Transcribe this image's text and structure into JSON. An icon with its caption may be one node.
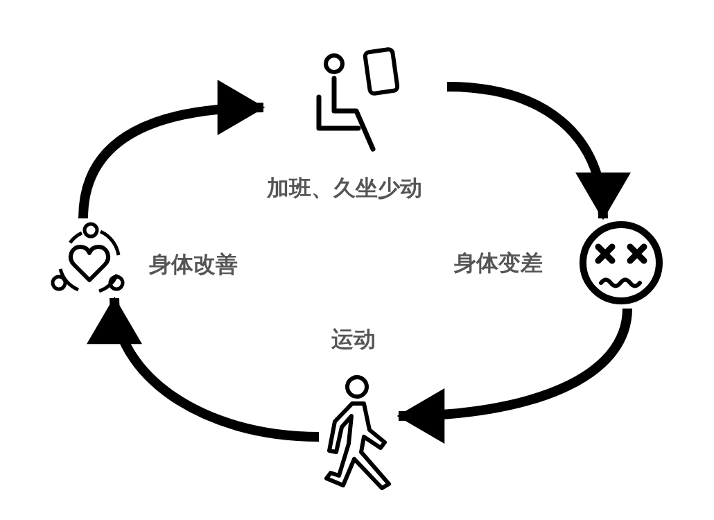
{
  "diagram": {
    "nodes": [
      {
        "text": [
          "加班、久坐少动"
        ]
      },
      {
        "text": [
          "身体变差"
        ]
      },
      {
        "text": [
          "运动"
        ]
      },
      {
        "text": [
          "身体改善"
        ]
      }
    ],
    "edges": [
      {
        "from": 0,
        "to": 1,
        "arrow": "to"
      },
      {
        "from": 1,
        "to": 2,
        "arrow": "to"
      },
      {
        "from": 2,
        "to": 3,
        "arrow": "to"
      },
      {
        "from": 3,
        "to": 0,
        "arrow": "to"
      }
    ]
  }
}
